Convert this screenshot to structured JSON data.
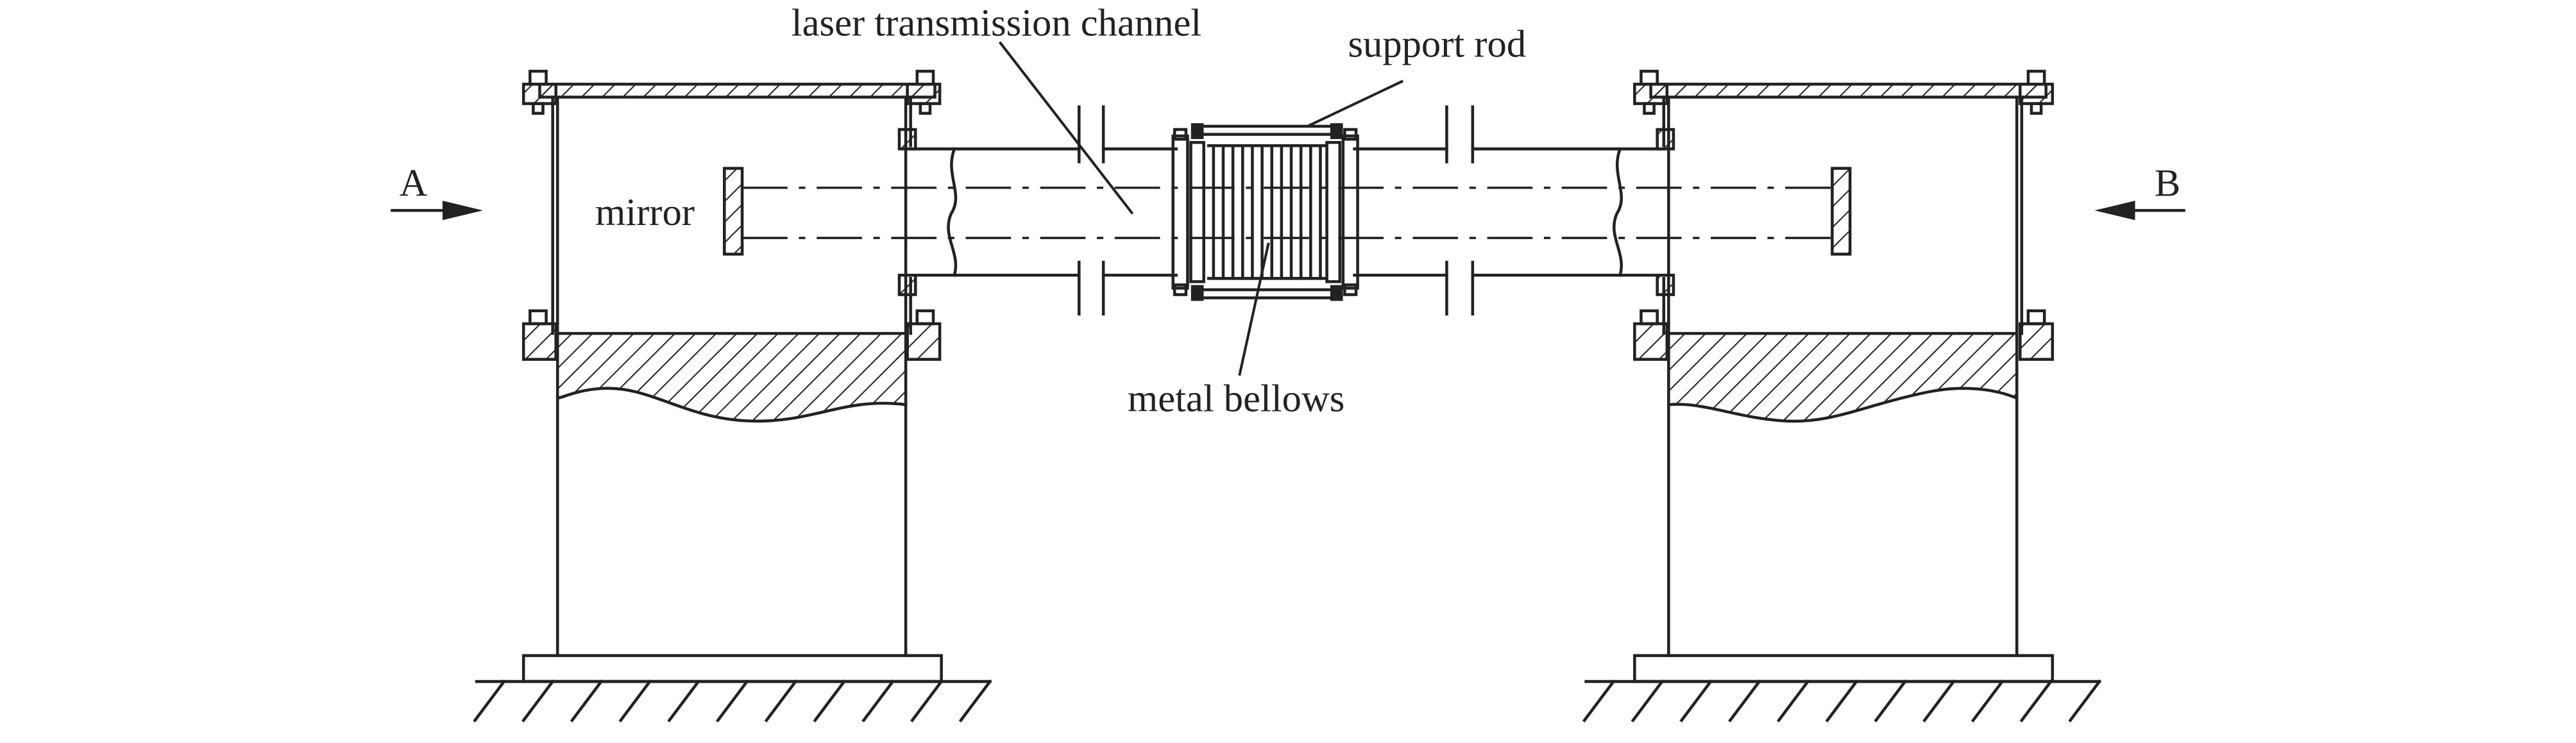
{
  "labels": {
    "channel": "laser transmission channel",
    "rod": "support rod",
    "mirror": "mirror",
    "bellows": "metal bellows",
    "a": "A",
    "b": "B"
  }
}
